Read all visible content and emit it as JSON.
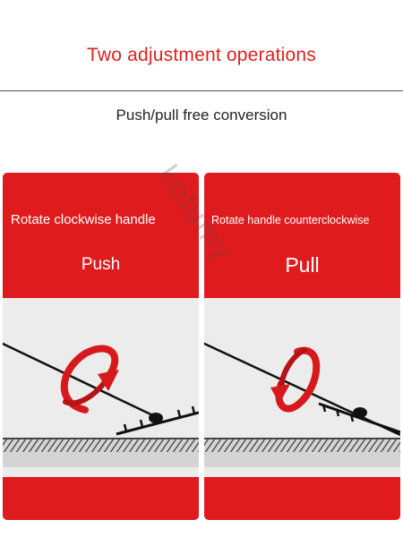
{
  "header": {
    "title": "Two adjustment operations",
    "subtitle": "Push/pull free conversion"
  },
  "panels": [
    {
      "caption": "Rotate clockwise handle",
      "action": "Push"
    },
    {
      "caption": "Rotate handle counterclockwise",
      "action": "Pull"
    }
  ],
  "watermark": "kotumy",
  "colors": {
    "accent": "#e01b1e",
    "scene_bg": "#ececec",
    "ground": "#d4d4d4"
  }
}
